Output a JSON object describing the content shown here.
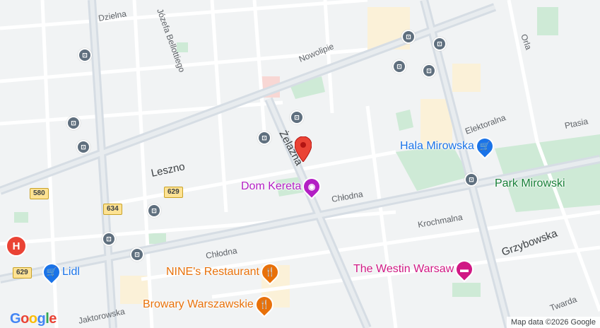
{
  "map": {
    "streets": {
      "dzielna": "Dzielna",
      "bellottiego": "Józefa Bellottiego",
      "nowolipie": "Nowolipie",
      "orla": "Orla",
      "elektoralna": "Elektoralna",
      "ptasia": "Ptasia",
      "leszno": "Leszno",
      "zelazna": "Żelazna",
      "chlodna_east": "Chłodna",
      "chlodna_west": "Chłodna",
      "krochmalna": "Krochmalna",
      "grzybowska": "Grzybowska",
      "twarda": "Twarda",
      "jaktorowska": "Jaktorowska"
    },
    "road_shields": [
      "580",
      "629",
      "634",
      "629"
    ],
    "pois": {
      "hala_mirowska": {
        "label": "Hala Mirowska",
        "icon": "cart-icon",
        "color": "#1a73e8"
      },
      "park_mirowski": {
        "label": "Park Mirowski",
        "icon": "tree-icon",
        "color": "#188038"
      },
      "dom_kereta": {
        "label": "Dom Kereta",
        "icon": "camera-icon",
        "color": "#b31fc4"
      },
      "nines": {
        "label": "NINE's Restaurant",
        "icon": "fork-knife-icon",
        "color": "#e8710a"
      },
      "browary": {
        "label": "Browary Warszawskie",
        "icon": "fork-knife-icon",
        "color": "#e8710a"
      },
      "westin": {
        "label": "The Westin Warsaw",
        "icon": "bed-icon",
        "color": "#d01884"
      },
      "lidl": {
        "label": "Lidl",
        "icon": "cart-icon",
        "color": "#1a73e8"
      },
      "hospital": {
        "label": "H",
        "icon": "hospital-icon",
        "color": "#ea4335"
      }
    },
    "branding": {
      "logo": "Google",
      "attribution": "Map data ©2026 Google"
    }
  }
}
